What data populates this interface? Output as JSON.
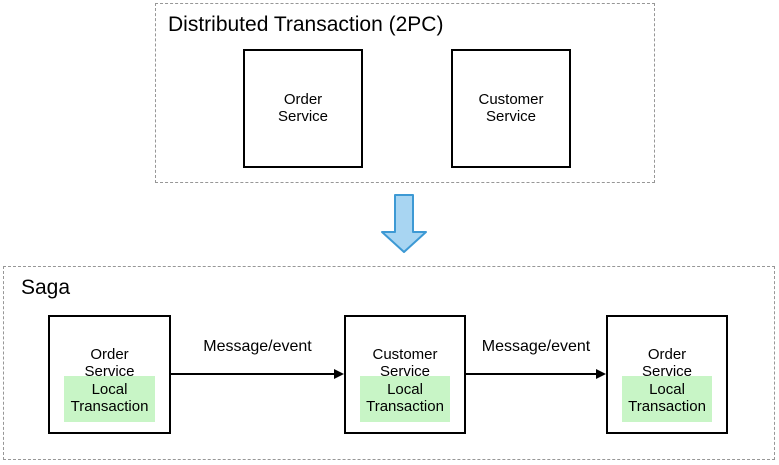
{
  "colors": {
    "box_border": "#000000",
    "dashed_border": "#979797",
    "local_transaction_fill": "#c8f5c6",
    "down_arrow_fill": "#a8d5f2",
    "down_arrow_stroke": "#3d99d4"
  },
  "two_pc_group": {
    "title": "Distributed Transaction (2PC)",
    "services": [
      {
        "label": "Order\nService"
      },
      {
        "label": "Customer\nService"
      }
    ]
  },
  "transition": {
    "icon": "down-arrow-icon"
  },
  "saga_group": {
    "title": "Saga",
    "steps": [
      {
        "service": "Order\nService",
        "local_transaction": "Local\nTransaction"
      },
      {
        "service": "Customer\nService",
        "local_transaction": "Local\nTransaction"
      },
      {
        "service": "Order\nService",
        "local_transaction": "Local\nTransaction"
      }
    ],
    "arrows": [
      {
        "label": "Message/event"
      },
      {
        "label": "Message/event"
      }
    ]
  }
}
